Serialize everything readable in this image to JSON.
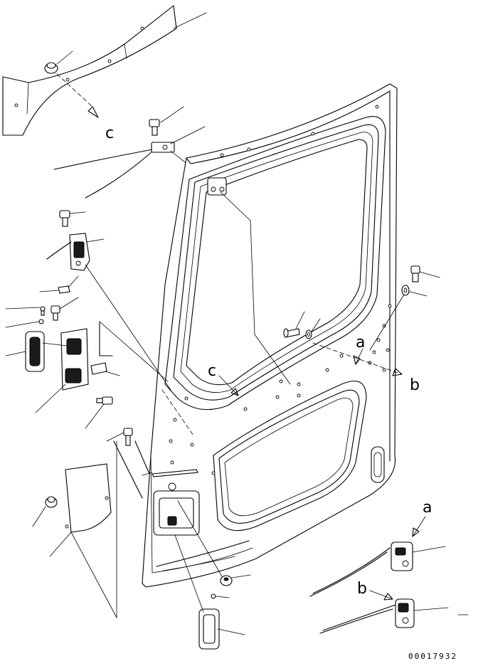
{
  "callouts": {
    "c_top": "c",
    "c_window": "c",
    "a_door": "a",
    "b_door": "b",
    "a_latch": "a",
    "b_latch": "b"
  },
  "drawing_number": "00017932"
}
